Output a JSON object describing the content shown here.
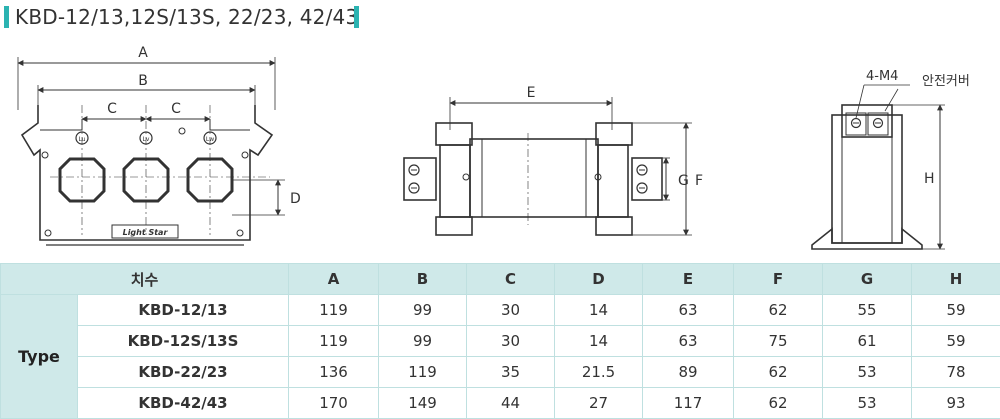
{
  "title": "KBD-12/13,12S/13S, 22/23, 42/43",
  "accent_color": "#2bb3b1",
  "header_bg": "#cfe9e9",
  "drawings": {
    "front": {
      "dim_a": "A",
      "dim_b": "B",
      "dim_c1": "C",
      "dim_c2": "C",
      "dim_d": "D",
      "brand": "Light Star",
      "terminal_labels": [
        "Lu",
        "Lv",
        "Lw"
      ]
    },
    "side": {
      "dim_e": "E",
      "dim_f": "F",
      "dim_g": "G"
    },
    "end": {
      "dim_h": "H",
      "screw_label": "4-M4",
      "cover_label": "안전커버"
    }
  },
  "table": {
    "header_label": "치수",
    "columns": [
      "A",
      "B",
      "C",
      "D",
      "E",
      "F",
      "G",
      "H"
    ],
    "type_label": "Type",
    "rows": [
      {
        "model": "KBD-12/13",
        "values": [
          "119",
          "99",
          "30",
          "14",
          "63",
          "62",
          "55",
          "59"
        ]
      },
      {
        "model": "KBD-12S/13S",
        "values": [
          "119",
          "99",
          "30",
          "14",
          "63",
          "75",
          "61",
          "59"
        ]
      },
      {
        "model": "KBD-22/23",
        "values": [
          "136",
          "119",
          "35",
          "21.5",
          "89",
          "62",
          "53",
          "78"
        ]
      },
      {
        "model": "KBD-42/43",
        "values": [
          "170",
          "149",
          "44",
          "27",
          "117",
          "62",
          "53",
          "93"
        ]
      }
    ]
  }
}
